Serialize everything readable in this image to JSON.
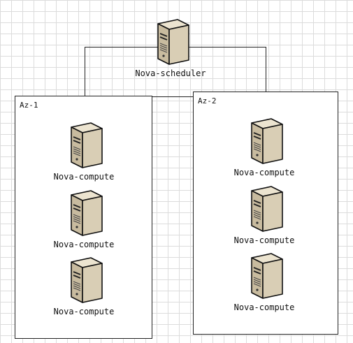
{
  "scheduler": {
    "label": "Nova-scheduler",
    "icon": "server-icon"
  },
  "zones": [
    {
      "label": "Az-1",
      "computes": [
        {
          "label": "Nova-compute",
          "icon": "server-icon"
        },
        {
          "label": "Nova-compute",
          "icon": "server-icon"
        },
        {
          "label": "Nova-compute",
          "icon": "server-icon"
        }
      ]
    },
    {
      "label": "Az-2",
      "computes": [
        {
          "label": "Nova-compute",
          "icon": "server-icon"
        },
        {
          "label": "Nova-compute",
          "icon": "server-icon"
        },
        {
          "label": "Nova-compute",
          "icon": "server-icon"
        }
      ]
    }
  ],
  "colors": {
    "server_front": "#c9bca2",
    "server_side": "#a89a7e",
    "server_top": "#e7dfcb",
    "outline": "#111111",
    "grid": "#dcdcdc"
  }
}
